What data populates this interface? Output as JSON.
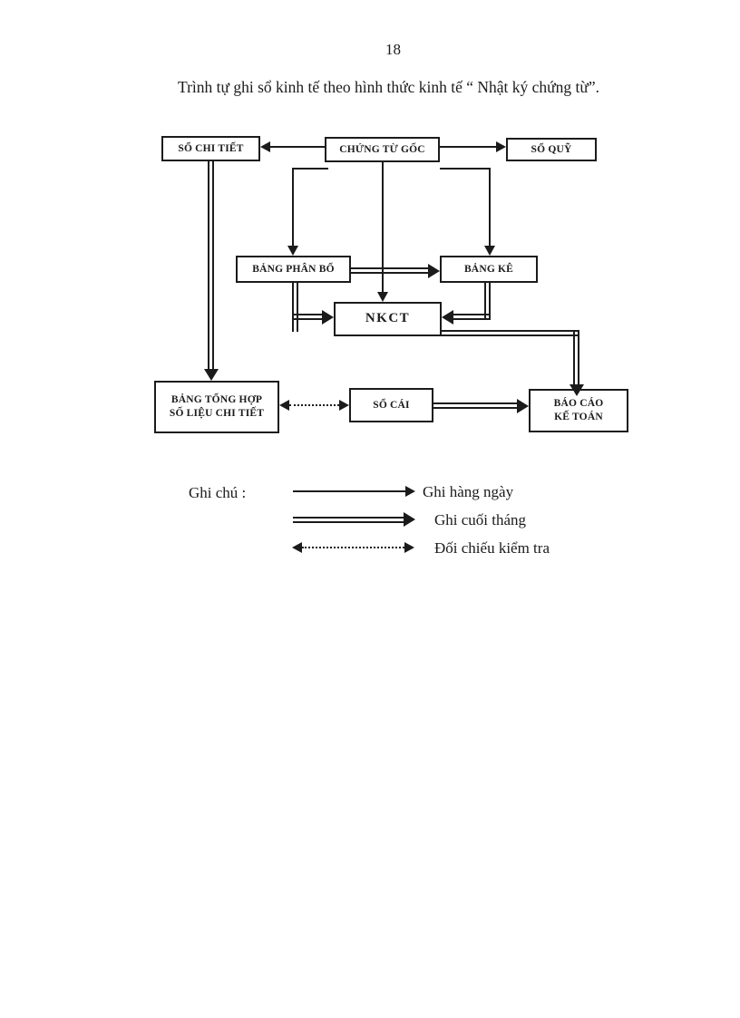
{
  "page": {
    "number": "18",
    "title": "Trình tự ghi sổ kinh tế theo hình thức kinh tế “ Nhật ký chứng từ”."
  },
  "diagram": {
    "nodes": {
      "so_chi_tiet": "SỔ CHI TIẾT",
      "chung_tu_goc": "CHỨNG TỪ GỐC",
      "so_quy": "SỔ QUỸ",
      "bang_phan_bo": "BẢNG PHÂN BỔ",
      "bang_ke": "BẢNG KÊ",
      "nkct": "NKCT",
      "bang_tong_hop": {
        "line1": "BẢNG TỔNG HỢP",
        "line2": "SỐ LIỆU CHI TIẾT"
      },
      "so_cai": "SỔ CÁI",
      "bao_cao": {
        "line1": "BÁO CÁO",
        "line2": "KẾ TOÁN"
      }
    },
    "legend": {
      "heading": "Ghi chú :",
      "items": [
        {
          "type": "single-arrow",
          "label": "Ghi hàng ngày"
        },
        {
          "type": "double-line-arrow",
          "label": "Ghi cuối tháng"
        },
        {
          "type": "dashed-double-headed-arrow",
          "label": "Đối chiếu kiểm tra"
        }
      ]
    }
  },
  "colors": {
    "ink": "#1b1b1b",
    "paper": "#ffffff"
  }
}
